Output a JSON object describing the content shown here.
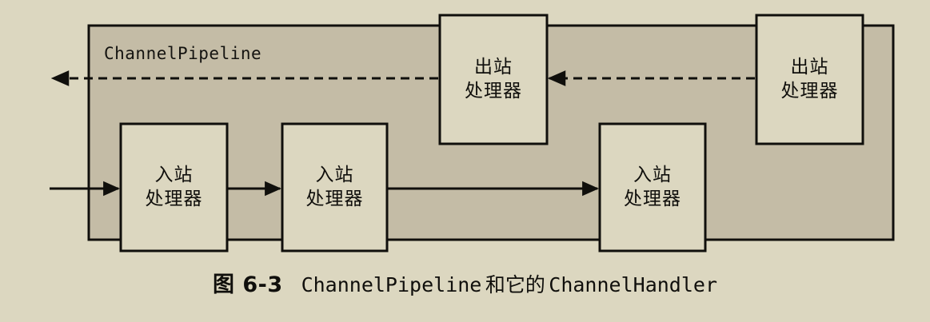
{
  "figure": {
    "pipeline_title": "ChannelPipeline",
    "caption": {
      "figure_number": "图 6-3",
      "text_part1": "ChannelPipeline",
      "text_part2": "和它的",
      "text_part3": "ChannelHandler",
      "full": "图 6-3  ChannelPipeline 和它的 ChannelHandler"
    },
    "colors": {
      "page_background": "#dcd7c0",
      "pipeline_fill": "#c4bca6",
      "handler_fill": "#dcd7c0",
      "stroke": "#100f0c"
    },
    "inbound_handlers": [
      {
        "line1": "入站",
        "line2": "处理器"
      },
      {
        "line1": "入站",
        "line2": "处理器"
      },
      {
        "line1": "入站",
        "line2": "处理器"
      }
    ],
    "outbound_handlers": [
      {
        "line1": "出站",
        "line2": "处理器"
      },
      {
        "line1": "出站",
        "line2": "处理器"
      }
    ],
    "flows": {
      "inbound_label": "inbound-solid-arrow-flow",
      "outbound_label": "outbound-dashed-arrow-flow"
    }
  }
}
